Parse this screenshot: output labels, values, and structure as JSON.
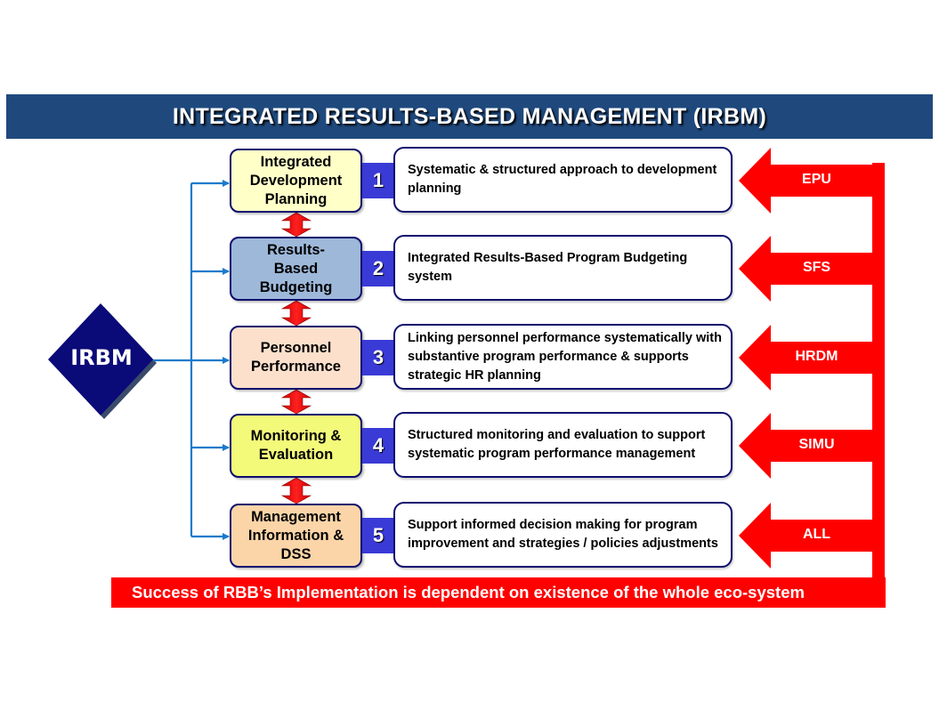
{
  "title": "INTEGRATED RESULTS-BASED MANAGEMENT (IRBM)",
  "hub": {
    "label": "IRBM"
  },
  "stages": [
    {
      "number": "1",
      "label": "Integrated\nDevelopment\nPlanning",
      "description": "Systematic & structured approach to development planning",
      "agency": "EPU",
      "fill": "#ffffc8"
    },
    {
      "number": "2",
      "label": "Results-\nBased\nBudgeting",
      "description": "Integrated Results-Based Program Budgeting system",
      "agency": "SFS",
      "fill": "#9db8d9"
    },
    {
      "number": "3",
      "label": "Personnel\nPerformance",
      "description": "Linking personnel performance systematically with substantive program performance & supports strategic HR planning",
      "agency": "HRDM",
      "fill": "#fce0cc"
    },
    {
      "number": "4",
      "label": "Monitoring &\nEvaluation",
      "description": "Structured monitoring and evaluation to support systematic program performance management",
      "agency": "SIMU",
      "fill": "#f3fa7a"
    },
    {
      "number": "5",
      "label": "Management\nInformation &\nDSS",
      "description": "Support informed decision making for program improvement and strategies / policies adjustments",
      "agency": "ALL",
      "fill": "#fbd5a8"
    }
  ],
  "footer": "Success of RBB’s Implementation is dependent on existence of the whole eco-system",
  "colors": {
    "title_bg": "#1f497d",
    "hub_fill": "#0a0a78",
    "connector_blue": "#1a7acc",
    "feedback_red": "#ff0000",
    "number_tab": "#3a3ad6",
    "border_navy": "#0d0d6e"
  }
}
